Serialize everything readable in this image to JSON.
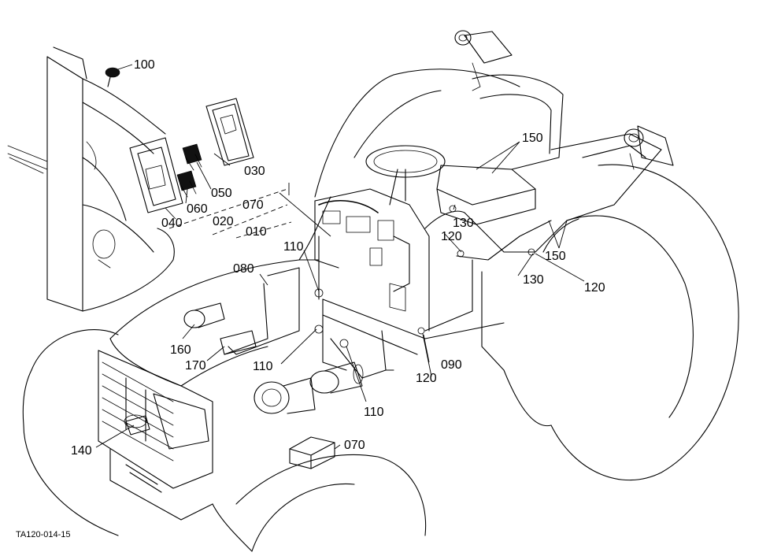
{
  "figure_code": "TA120-014-15",
  "callouts": {
    "c010": "010",
    "c020": "020",
    "c030": "030",
    "c040": "040",
    "c050": "050",
    "c060": "060",
    "c070a": "070",
    "c070b": "070",
    "c080": "080",
    "c090": "090",
    "c100": "100",
    "c110a": "110",
    "c110b": "110",
    "c110c": "110",
    "c120a": "120",
    "c120b": "120",
    "c120c": "120",
    "c130a": "130",
    "c130b": "130",
    "c140": "140",
    "c150a": "150",
    "c150b": "150",
    "c160": "160",
    "c170": "170"
  }
}
